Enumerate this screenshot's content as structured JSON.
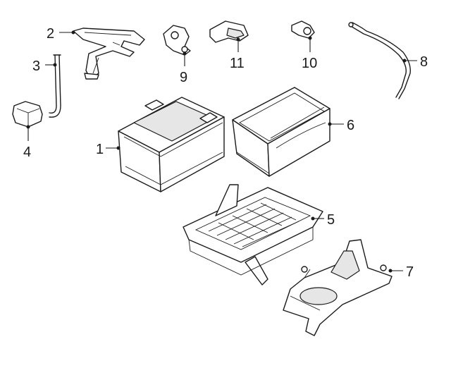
{
  "callouts": {
    "c1": "1",
    "c2": "2",
    "c3": "3",
    "c4": "4",
    "c5": "5",
    "c6": "6",
    "c7": "7",
    "c8": "8",
    "c9": "9",
    "c10": "10",
    "c11": "11"
  },
  "colors": {
    "line": "#1a1a1a",
    "background": "#ffffff",
    "shade": "#e6e6e6"
  }
}
